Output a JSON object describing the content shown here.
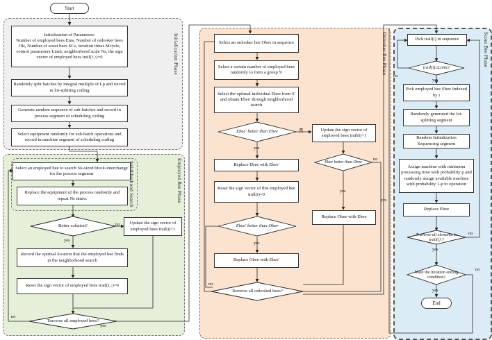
{
  "start": "Start",
  "end": "End",
  "init_params": "Initialization of Parameters:\nNumber of employed bees Ems, Number of onlooker bees Ols, Number of scout bees SCs, iteration times Mcycle, control parameters Limit, neighborhood scale Ns, the sign vector of employed bees trail(1,:)=0",
  "init_split": "Randomly split batches by integral multiple of Lp and record in lot-splitting coding",
  "init_seq": "Generate random sequence of sub-batches and record in process segment of scheduling coding",
  "init_equip": "Select equipment randomly for sub-batch operations and record in machine segment of scheduling coding",
  "phases": {
    "init": "Initialization Phase",
    "employed": "Employed Bee Phase",
    "neighborhood": "Neighborhood Search",
    "onlooker": "Onlooker Bee Phase",
    "scout": "Scout Bee Phase"
  },
  "employed": {
    "select": "Select an employed bee to search Ns-sized block-interchange for the process segment",
    "replace_equip": "Replace the equipment of the process randomly and repeat Ns times.",
    "better": "Better solution?",
    "update_sign": "Update the sign vector of employed bees trail(i)+1",
    "record": "Record the optimal location that the employed bee finds in the neighborhood search",
    "reset": "Reset the sign vector of employed bees trail(1,:)=0",
    "traverse": "Traverse all employed bees?"
  },
  "onlooker": {
    "select": "Select an onlooker bee Obee in sequence",
    "group": "Select a certain number of employed bees randomly to form a group S'",
    "optimal": "Select the optimal individual Ebee from S' and obtain Ebee' through neighborhood search",
    "cmp1": "Ebee' better than Ebee",
    "replace_ebee": "Replace Ebee with Ebee'",
    "reset": "Reset the sign vector of this employed bee trail(i)=0",
    "cmp2": "Ebee' better than Obee",
    "replace_obee1": "Replace Obee with Ebee'",
    "traverse": "Traverse all onlooked bees?",
    "update_sign": "Update the sign vector of employed bees trail(i)+1",
    "cmp3": "Ebee better than Obee",
    "replace_obee2": "Replace Obee with Ebee"
  },
  "scout": {
    "pick": "Pick trail(i) in sequence",
    "limit": "trail(i)≥Limit?",
    "pick_bee": "Pick employed bee Ebee Indexed by i",
    "lot": "Randomly generated the lot-splitting segment",
    "seq": "Random Initialization Sequencing segment",
    "assign": "Assign machine with minimum processing time with probability p and randomly assign available machine with probability 1-p to operation",
    "replace": "Replace Ebee",
    "traverse": "Traverse all elements in trail(i) ?",
    "meet": "Meet the iteration ending condition?"
  },
  "edge_labels": {
    "yes": "yes",
    "no": "no",
    "fou": "否"
  },
  "colors": {
    "init_bg": "#efefef",
    "employed_bg": "#e6efd9",
    "onlooker_bg": "#fbe3d0",
    "scout_bg": "#dcecf6"
  }
}
